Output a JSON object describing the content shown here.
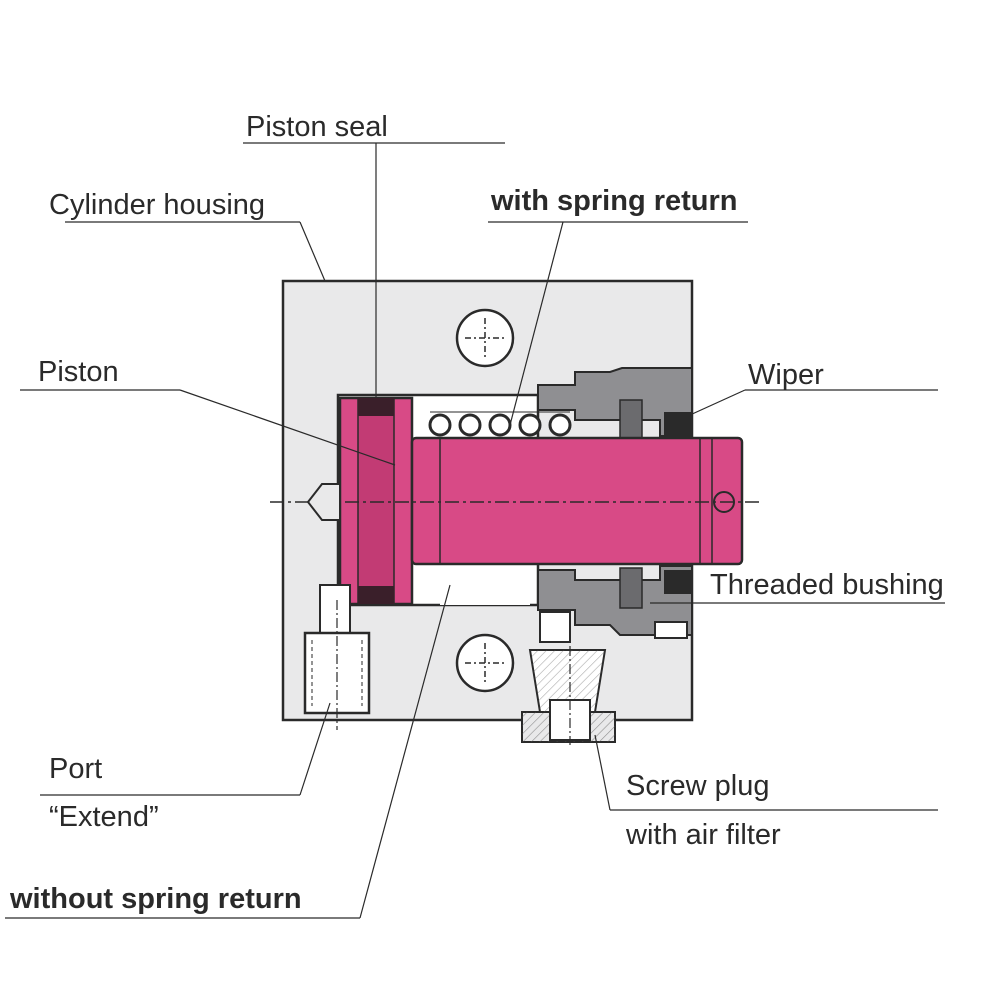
{
  "labels": {
    "piston_seal": "Piston seal",
    "cylinder_housing": "Cylinder housing",
    "with_spring_return": "with spring return",
    "piston": "Piston",
    "wiper": "Wiper",
    "threaded_bushing": "Threaded bushing",
    "port_line1": "Port",
    "port_line2": "“Extend”",
    "screw_plug_line1": "Screw plug",
    "screw_plug_line2": "with air filter",
    "without_spring_return": "without spring return"
  },
  "colors": {
    "housing": "#e9e9ea",
    "piston": "#d84a86",
    "piston_dark": "#3a1f2a",
    "bushing": "#8f8f92",
    "outline": "#2a2a2a"
  }
}
